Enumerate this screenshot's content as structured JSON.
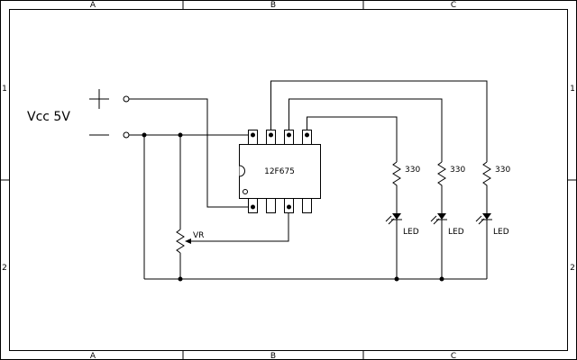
{
  "border": {
    "columns": [
      "A",
      "B",
      "C"
    ],
    "rows": [
      "1",
      "2"
    ]
  },
  "power": {
    "label": "Vcc 5V",
    "plus": "+",
    "minus": "—"
  },
  "ic": {
    "label": "12F675"
  },
  "resistors": [
    "330",
    "330",
    "330"
  ],
  "leds": [
    "LED",
    "LED",
    "LED"
  ],
  "pot": {
    "label": "VR"
  }
}
